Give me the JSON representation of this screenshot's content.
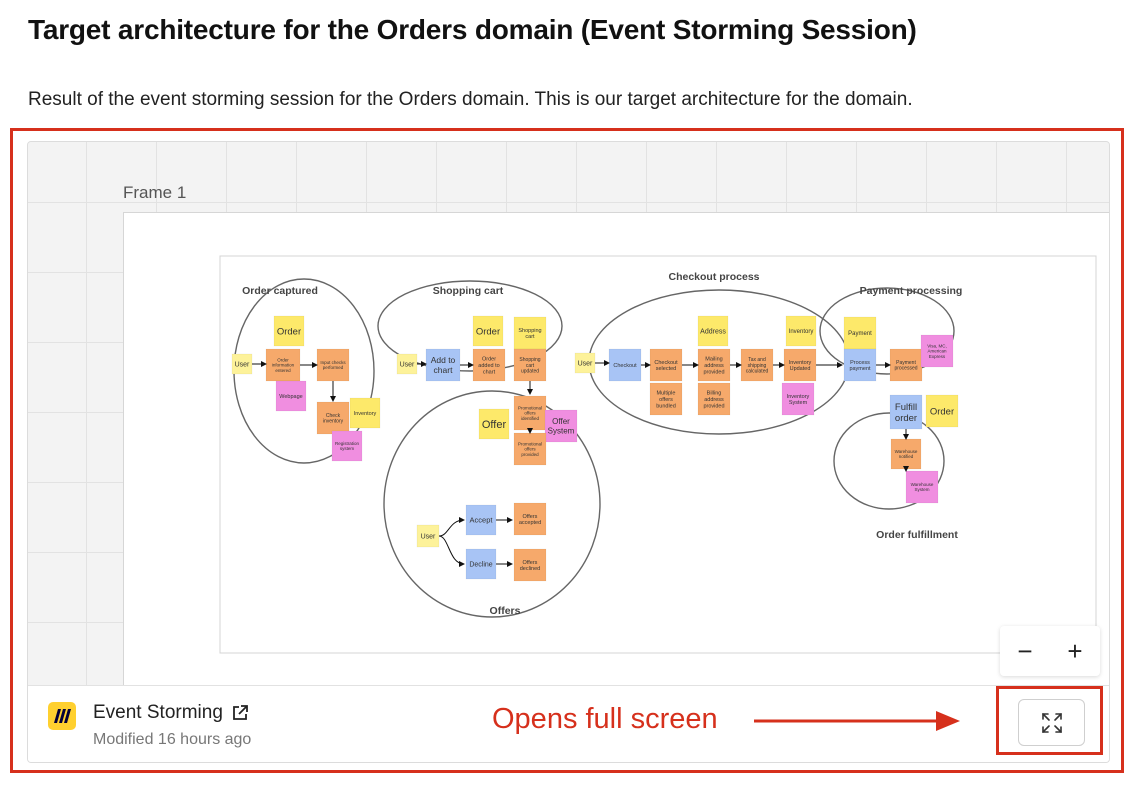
{
  "page": {
    "title": "Target architecture for the Orders domain (Event Storming Session)",
    "description": "Result of the event storming session for the Orders domain. This is our target architecture for the domain."
  },
  "embed": {
    "frame_label": "Frame 1",
    "zoom_out": "−",
    "zoom_in": "+",
    "board_name": "Event Storming",
    "modified": "Modified 16 hours ago",
    "app_icon": "miro-logo-icon",
    "open_external_icon": "external-link-icon",
    "fullscreen_icon": "expand-icon"
  },
  "annotation": {
    "text": "Opens full screen",
    "color": "#d6301c"
  },
  "board": {
    "groups": [
      {
        "label": "Order captured"
      },
      {
        "label": "Shopping cart"
      },
      {
        "label": "Checkout process"
      },
      {
        "label": "Payment processing"
      },
      {
        "label": "Offers"
      },
      {
        "label": "Order fulfillment"
      }
    ],
    "notes": [
      {
        "text": "Order",
        "color": "yellow"
      },
      {
        "text": "User",
        "color": "lightyellow"
      },
      {
        "text": "Order information entered",
        "color": "orange"
      },
      {
        "text": "Input checks performed",
        "color": "orange"
      },
      {
        "text": "Webpage",
        "color": "pink"
      },
      {
        "text": "Check inventory",
        "color": "orange"
      },
      {
        "text": "Inventory",
        "color": "yellow"
      },
      {
        "text": "Registration system",
        "color": "pink"
      },
      {
        "text": "User",
        "color": "lightyellow"
      },
      {
        "text": "Add to chart",
        "color": "blue"
      },
      {
        "text": "Order",
        "color": "yellow"
      },
      {
        "text": "Order added to chart",
        "color": "orange"
      },
      {
        "text": "Shopping cart",
        "color": "yellow"
      },
      {
        "text": "Shopping cart updated",
        "color": "orange"
      },
      {
        "text": "Offer",
        "color": "yellow"
      },
      {
        "text": "Promotional offers identified",
        "color": "orange"
      },
      {
        "text": "Offer System",
        "color": "pink"
      },
      {
        "text": "Promotional offers provided",
        "color": "orange"
      },
      {
        "text": "User",
        "color": "lightyellow"
      },
      {
        "text": "Accept",
        "color": "blue"
      },
      {
        "text": "Offers accepted",
        "color": "orange"
      },
      {
        "text": "Decline",
        "color": "blue"
      },
      {
        "text": "Offers declined",
        "color": "orange"
      },
      {
        "text": "User",
        "color": "lightyellow"
      },
      {
        "text": "Checkout",
        "color": "blue"
      },
      {
        "text": "Checkout selected",
        "color": "orange"
      },
      {
        "text": "Address",
        "color": "yellow"
      },
      {
        "text": "Mailing address provided",
        "color": "orange"
      },
      {
        "text": "Multiple offers bundled",
        "color": "orange"
      },
      {
        "text": "Billing address provided",
        "color": "orange"
      },
      {
        "text": "Tax and shipping calculated",
        "color": "orange"
      },
      {
        "text": "Inventory",
        "color": "yellow"
      },
      {
        "text": "Inventory Updated",
        "color": "orange"
      },
      {
        "text": "Inventory System",
        "color": "pink"
      },
      {
        "text": "Payment",
        "color": "yellow"
      },
      {
        "text": "Process payment",
        "color": "blue"
      },
      {
        "text": "Payment processed",
        "color": "orange"
      },
      {
        "text": "Visa, MC, American Express",
        "color": "pink"
      },
      {
        "text": "Fulfill order",
        "color": "blue"
      },
      {
        "text": "Order",
        "color": "yellow"
      },
      {
        "text": "Warehouse notified",
        "color": "orange"
      },
      {
        "text": "Warehouse System",
        "color": "pink"
      }
    ]
  }
}
